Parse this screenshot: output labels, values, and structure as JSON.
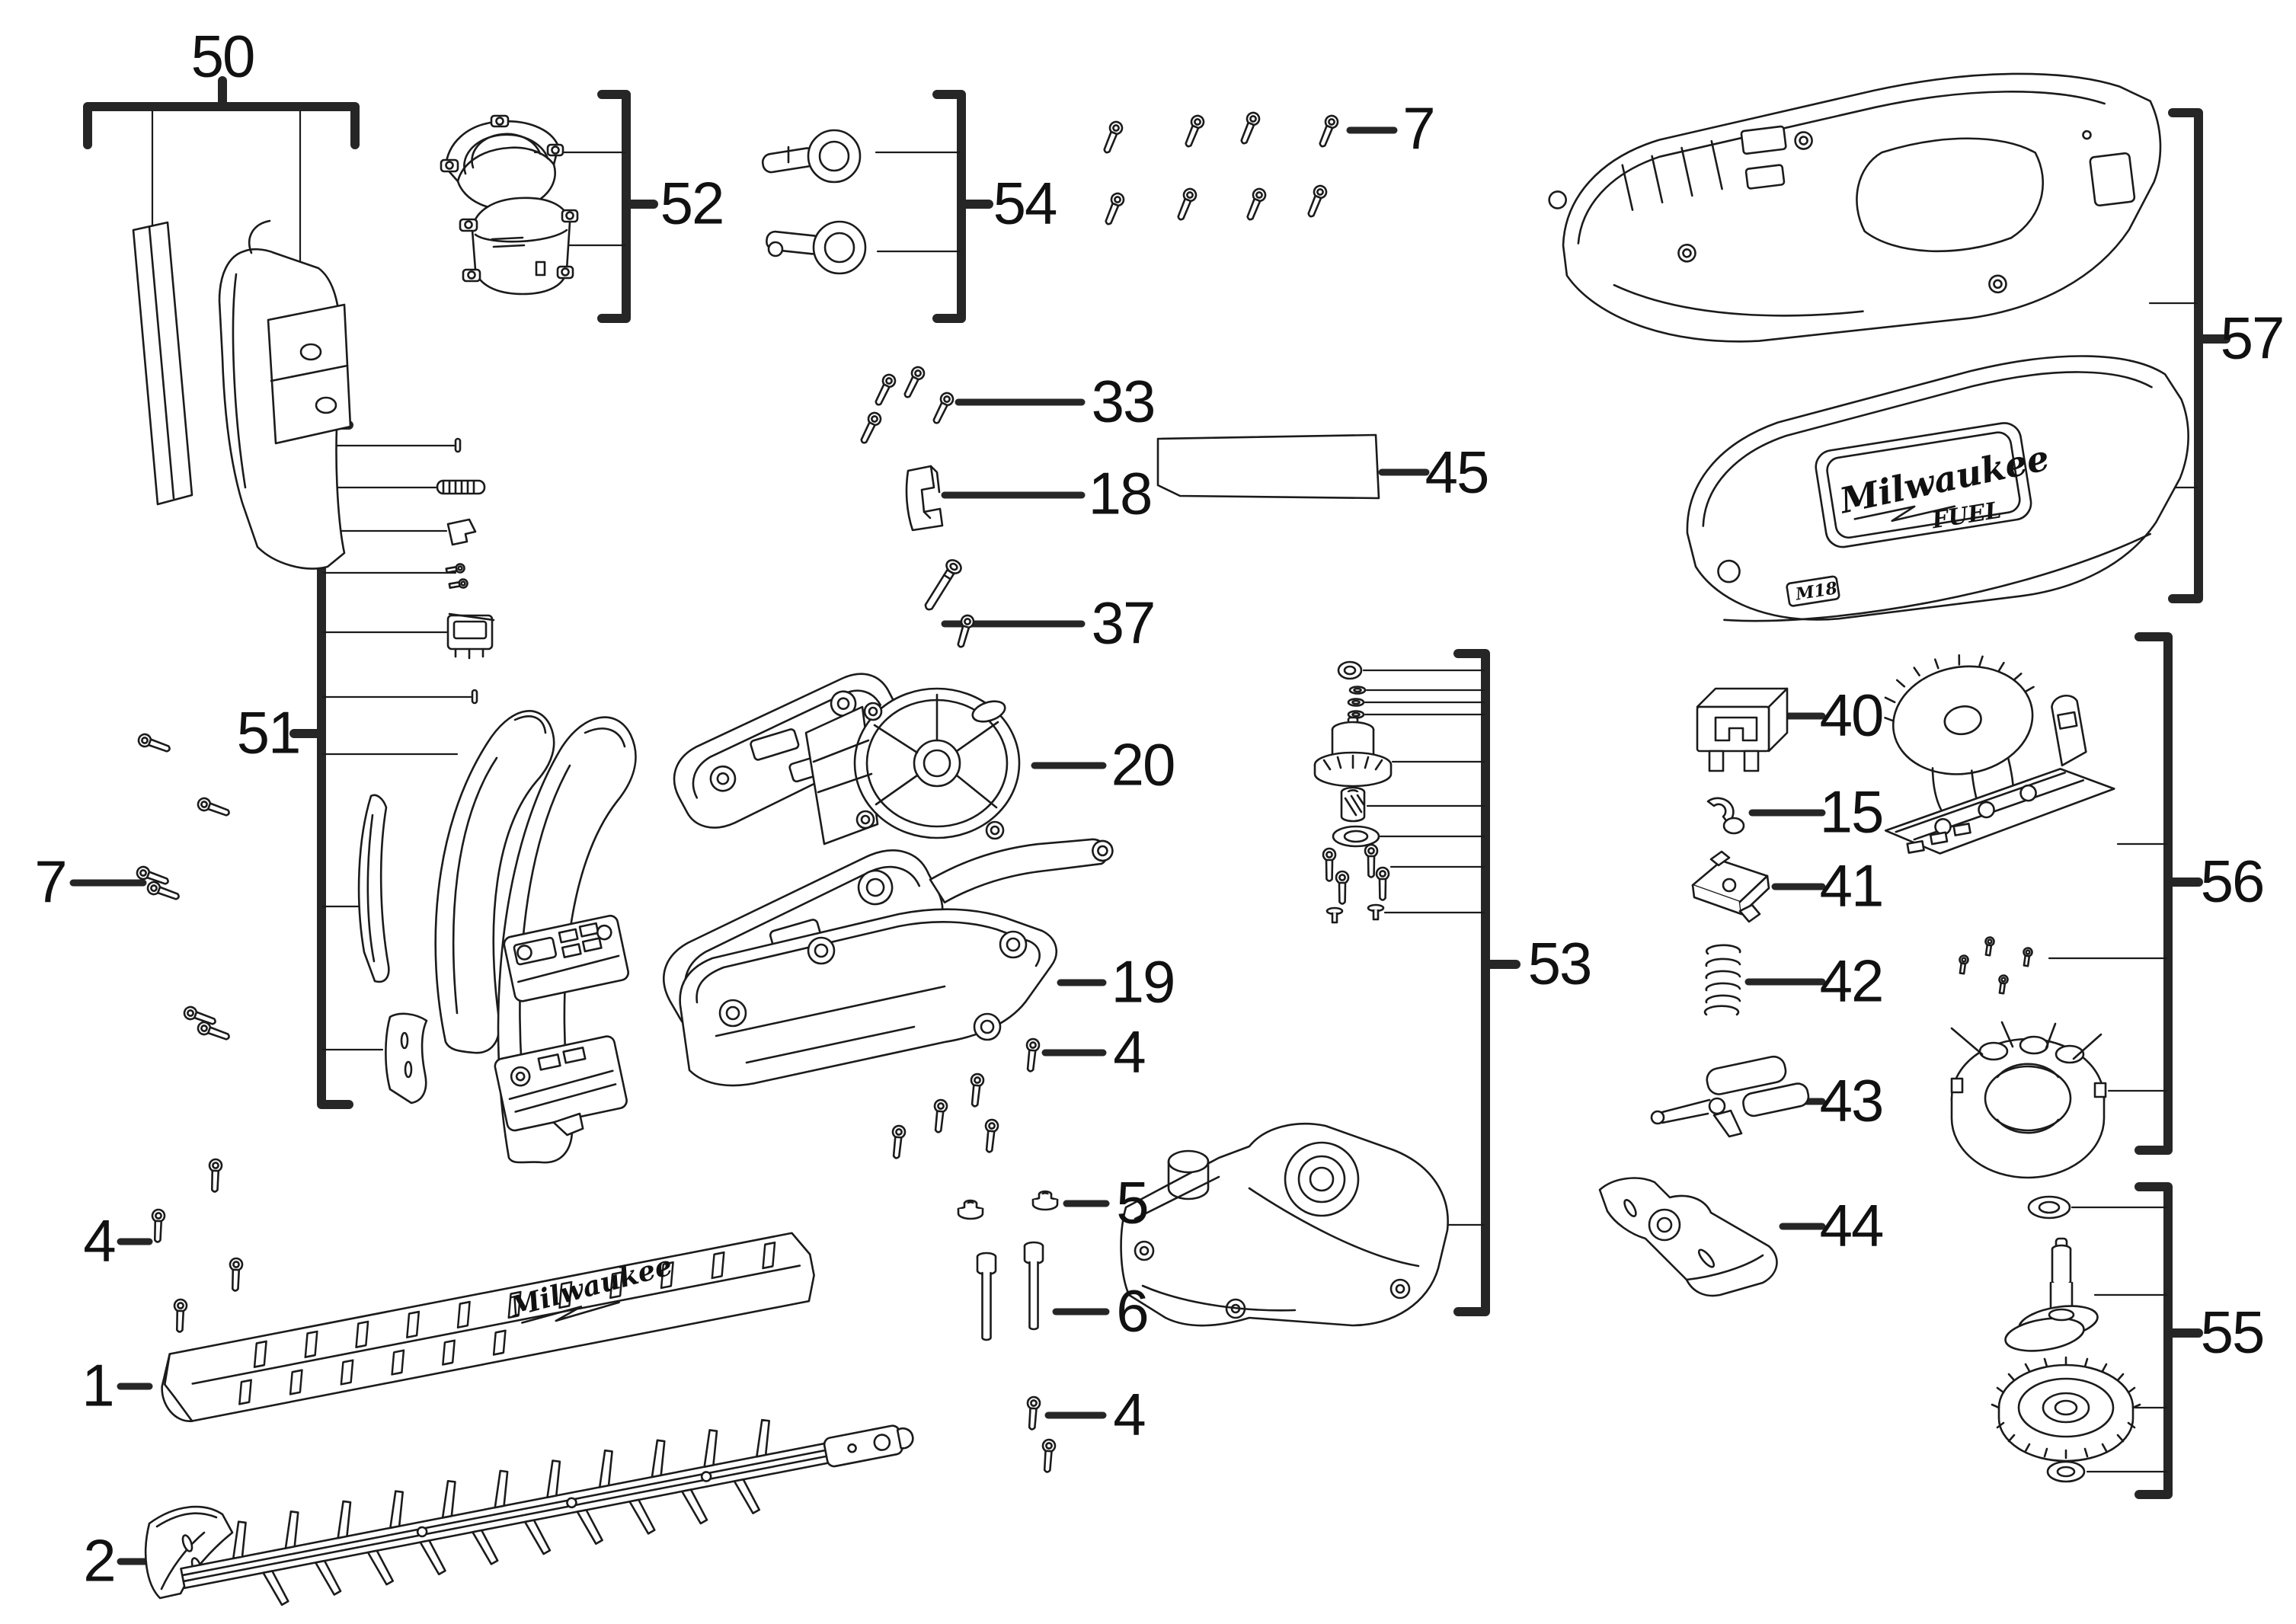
{
  "document": {
    "type": "exploded-parts-diagram",
    "product": "Milwaukee M18 FUEL cordless hedge trimmer",
    "background": "#ffffff",
    "line_color": "#1b1b1b",
    "callout_color": "#111111"
  },
  "branding": {
    "logo_cover": "Milwaukee",
    "logo_housing": "Milwaukee",
    "fuel": "FUEL",
    "m18": "M18"
  },
  "callouts": [
    {
      "id": "50",
      "label": "50",
      "part": "wall-mount-storage-bracket"
    },
    {
      "id": "52",
      "label": "52",
      "part": "motor-mount-clamshell-pair"
    },
    {
      "id": "54",
      "label": "54",
      "part": "hang-ring-eyelets"
    },
    {
      "id": "7-top",
      "label": "7",
      "part": "housing-screws"
    },
    {
      "id": "57",
      "label": "57",
      "part": "main-housing-halves"
    },
    {
      "id": "33",
      "label": "33",
      "part": "screw-set"
    },
    {
      "id": "18",
      "label": "18",
      "part": "support-bracket"
    },
    {
      "id": "45",
      "label": "45",
      "part": "blank-label"
    },
    {
      "id": "37",
      "label": "37",
      "part": "screw-pair"
    },
    {
      "id": "51",
      "label": "51",
      "part": "front-handle-assembly"
    },
    {
      "id": "20",
      "label": "20",
      "part": "gear-case-cover"
    },
    {
      "id": "7-left",
      "label": "7",
      "part": "handle-screws"
    },
    {
      "id": "19",
      "label": "19",
      "part": "blade-support-plate"
    },
    {
      "id": "53",
      "label": "53",
      "part": "gear-case-assembly"
    },
    {
      "id": "40",
      "label": "40",
      "part": "connector-block"
    },
    {
      "id": "15",
      "label": "15",
      "part": "retaining-clip"
    },
    {
      "id": "41",
      "label": "41",
      "part": "switch-clip-plate"
    },
    {
      "id": "42",
      "label": "42",
      "part": "compression-spring"
    },
    {
      "id": "43",
      "label": "43",
      "part": "trigger-lever"
    },
    {
      "id": "44",
      "label": "44",
      "part": "lock-off-lever"
    },
    {
      "id": "56",
      "label": "56",
      "part": "electronics-and-stator-set"
    },
    {
      "id": "4-mid",
      "label": "4",
      "part": "screw-set"
    },
    {
      "id": "5",
      "label": "5",
      "part": "rubber-bushings"
    },
    {
      "id": "6",
      "label": "6",
      "part": "long-screws"
    },
    {
      "id": "55",
      "label": "55",
      "part": "spindle-and-gear-set"
    },
    {
      "id": "4-bottom",
      "label": "4",
      "part": "screw-pair"
    },
    {
      "id": "4-left",
      "label": "4",
      "part": "screw-set"
    },
    {
      "id": "1",
      "label": "1",
      "part": "blade-cover"
    },
    {
      "id": "2",
      "label": "2",
      "part": "blade-assembly"
    }
  ]
}
